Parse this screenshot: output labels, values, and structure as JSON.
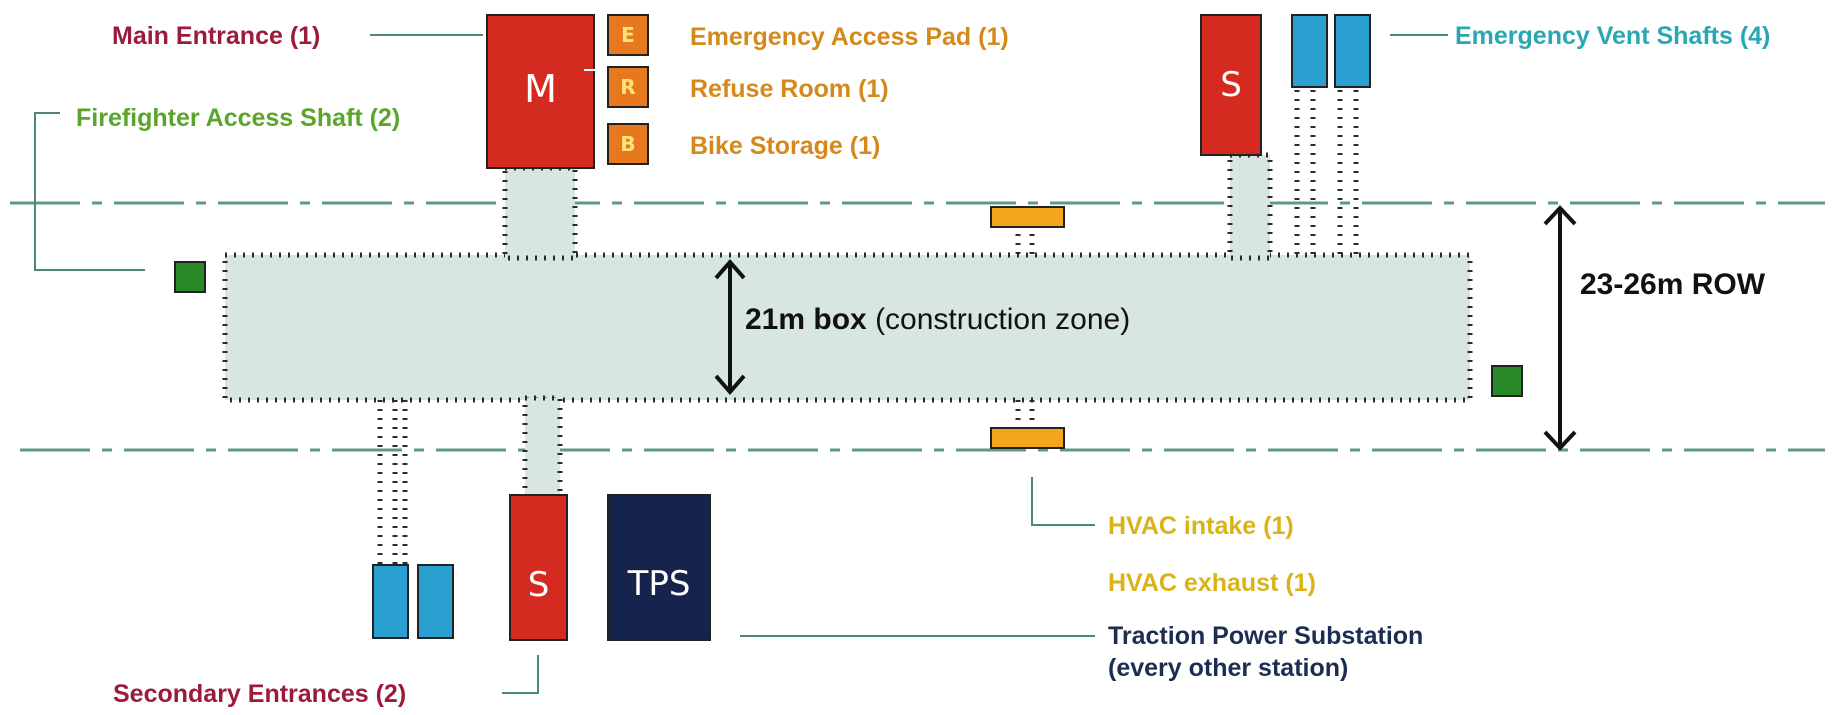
{
  "labels": {
    "main_entrance": "Main Entrance (1)",
    "emergency_access_pad": "Emergency Access Pad (1)",
    "refuse_room": "Refuse Room (1)",
    "bike_storage": "Bike Storage (1)",
    "firefighter_access": "Firefighter Access Shaft (2)",
    "emergency_vent": "Emergency Vent Shafts (4)",
    "hvac_intake": "HVAC intake (1)",
    "hvac_exhaust": "HVAC exhaust (1)",
    "tps_line1": "Traction Power Substation",
    "tps_line2": "(every other station)",
    "secondary_entrances": "Secondary Entrances (2)",
    "row": "23-26m ROW",
    "box_bold": "21m box",
    "box_rest": "(construction zone)"
  },
  "blocks": {
    "main": "M",
    "secondary_top": "S",
    "secondary_bottom": "S",
    "tps": "TPS",
    "e": "E",
    "r": "R",
    "b": "B"
  },
  "colors": {
    "entrance_red": "#d42a1f",
    "service_orange": "#e6781e",
    "vent_teal": "#2a9fd0",
    "firefighter_green": "#2a8a2a",
    "hvac_yellow": "#f3a51c",
    "tps_navy": "#16234d",
    "zone_fill": "#d7e6e1",
    "row_line": "#5e9a84"
  }
}
